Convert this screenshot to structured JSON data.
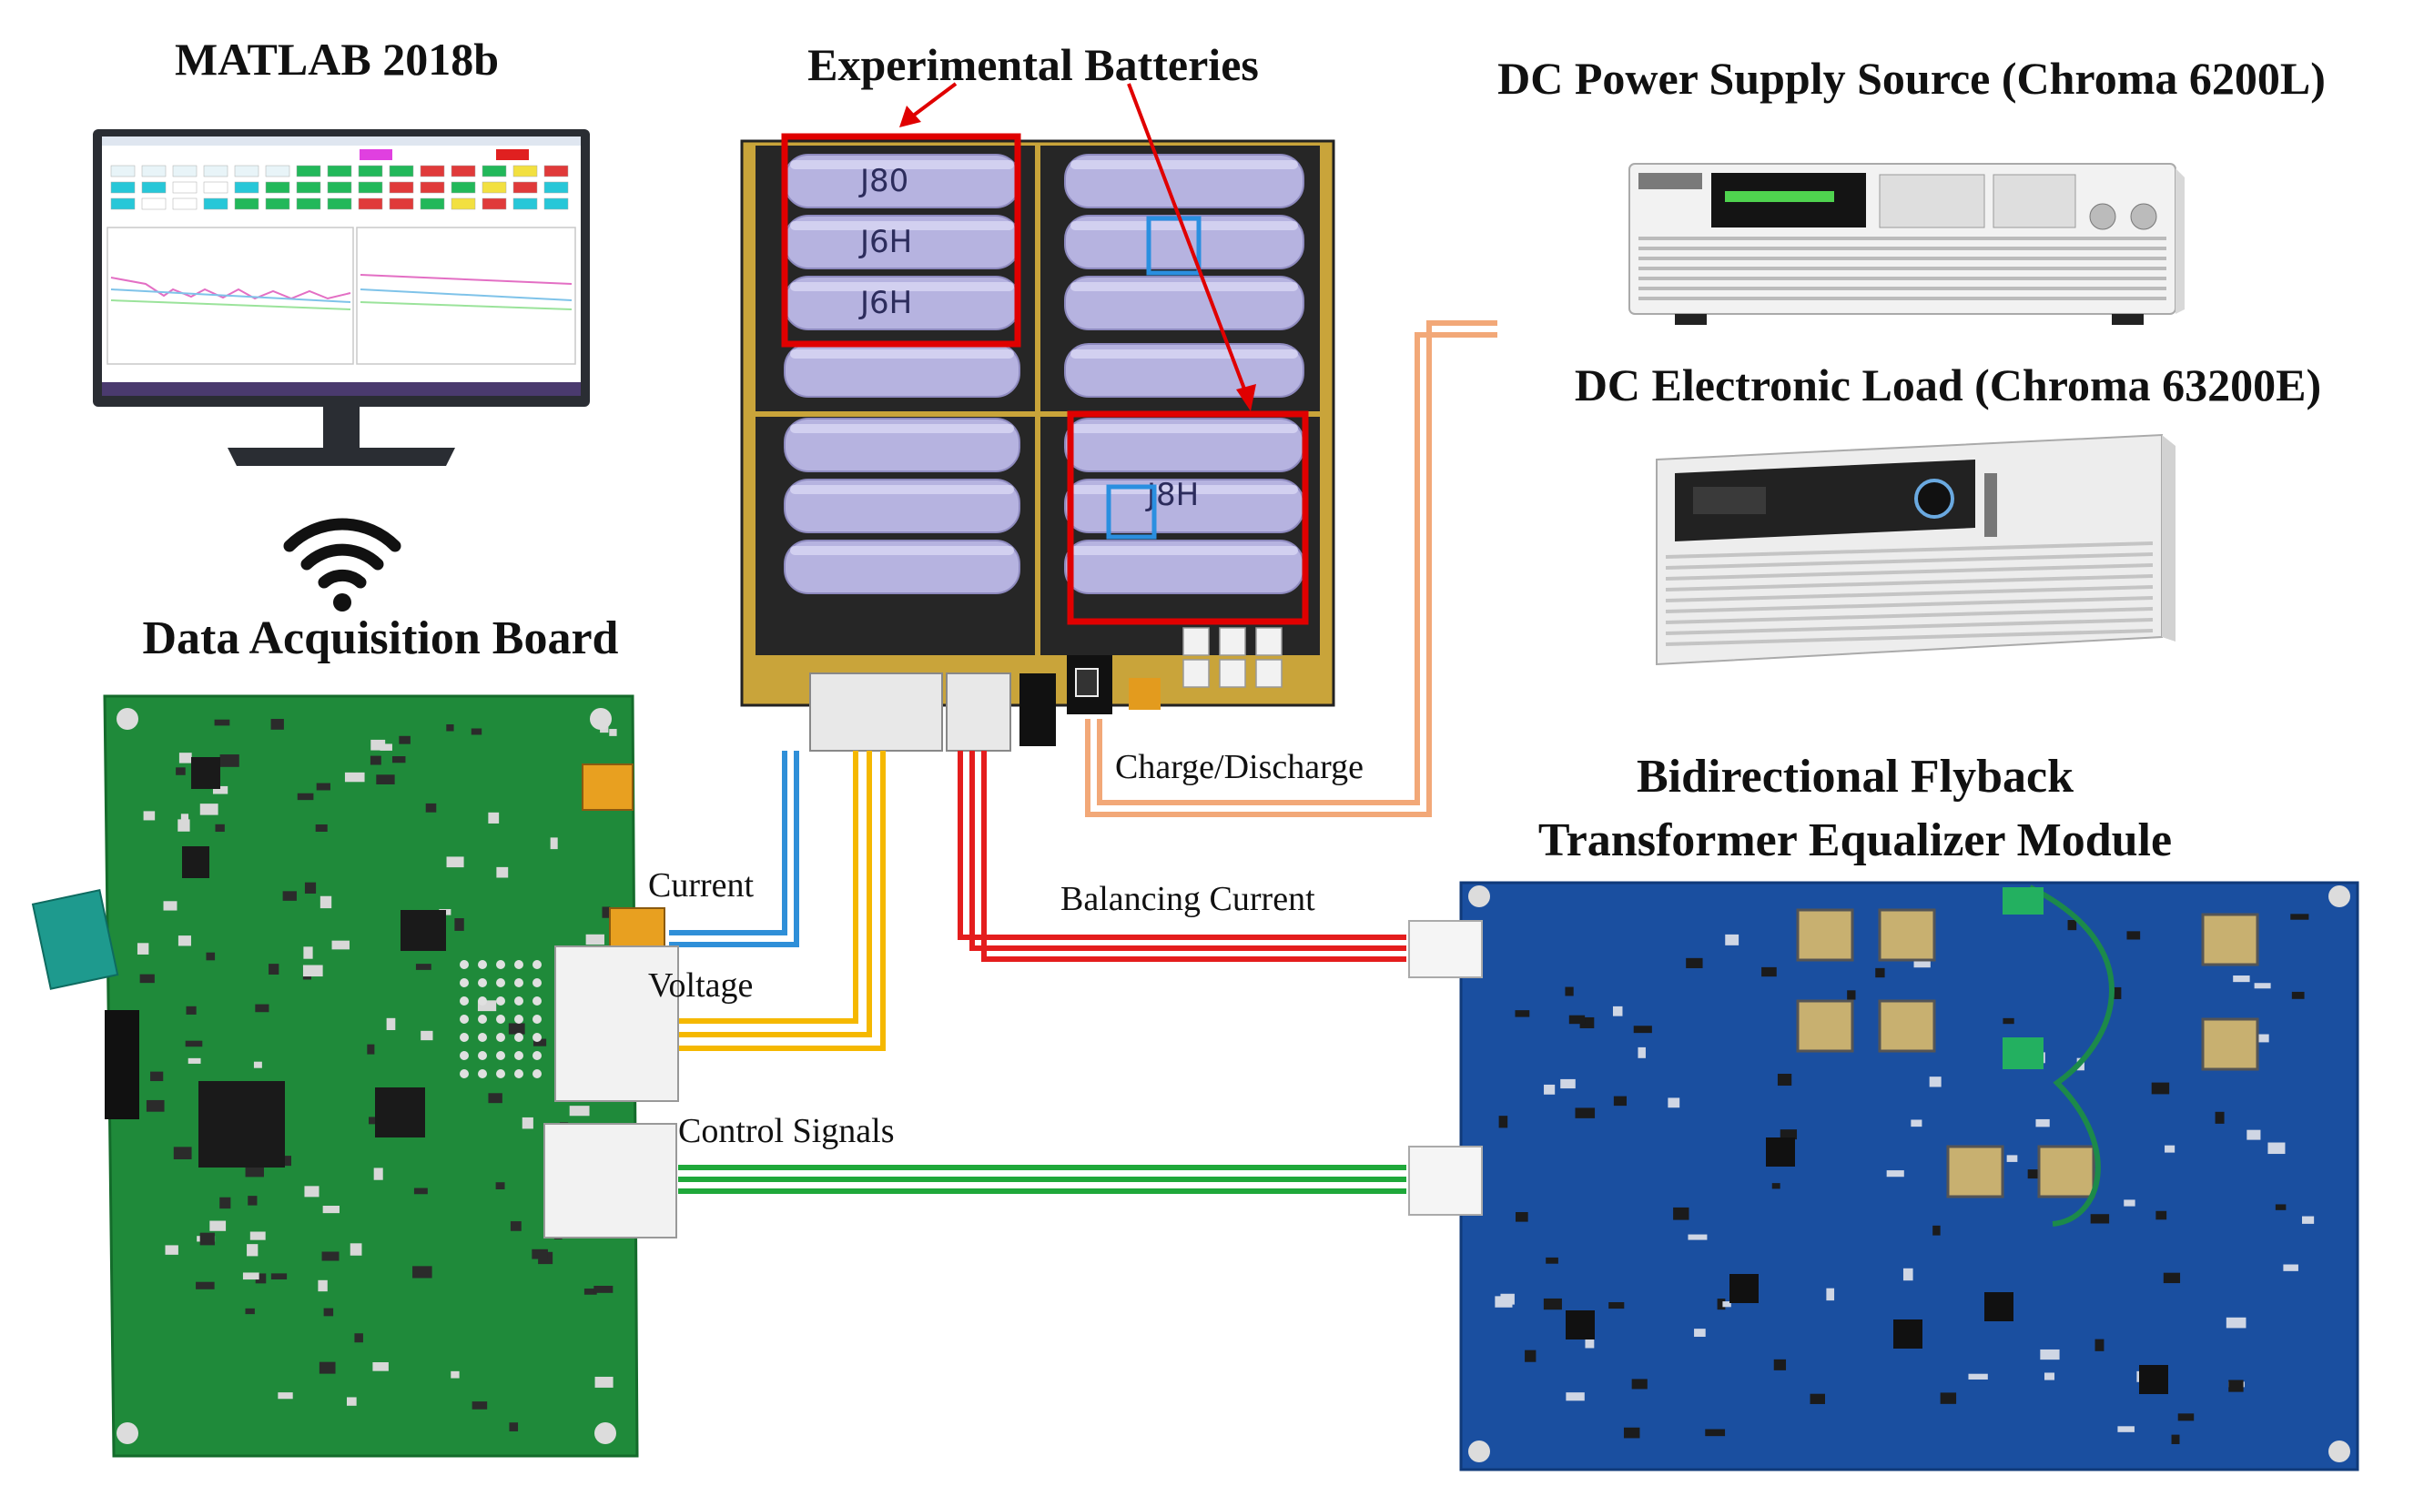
{
  "labels": {
    "matlab": "MATLAB 2018b",
    "batteries": "Experimental Batteries",
    "power_supply": "DC Power Supply Source (Chroma 6200L)",
    "electronic_load": "DC Electronic Load (Chroma 63200E)",
    "daq_board": "Data Acquisition Board",
    "equalizer_line1": "Bidirectional Flyback",
    "equalizer_line2": "Transformer Equalizer Module",
    "current": "Current",
    "voltage": "Voltage",
    "control_signals": "Control Signals",
    "balancing_current": "Balancing Current",
    "charge_discharge": "Charge/Discharge"
  },
  "battery_marks": [
    "J80",
    "J6H",
    "J6H",
    "J8H"
  ],
  "colors": {
    "current_wire": "#2f8fd8",
    "voltage_wire": "#f5b800",
    "balancing_wire": "#e41d1d",
    "control_wire": "#1fa83a",
    "charge_wire": "#f2a878",
    "highlight": "#e00000",
    "pcb_green": "#1f8a3a",
    "pcb_blue": "#1a4fa0",
    "battery_lilac": "#b6b3e0"
  },
  "icons": [
    "monitor-icon",
    "wifi-icon",
    "dc-power-supply-icon",
    "dc-electronic-load-icon",
    "pcb-board-icon",
    "battery-pack-icon"
  ]
}
